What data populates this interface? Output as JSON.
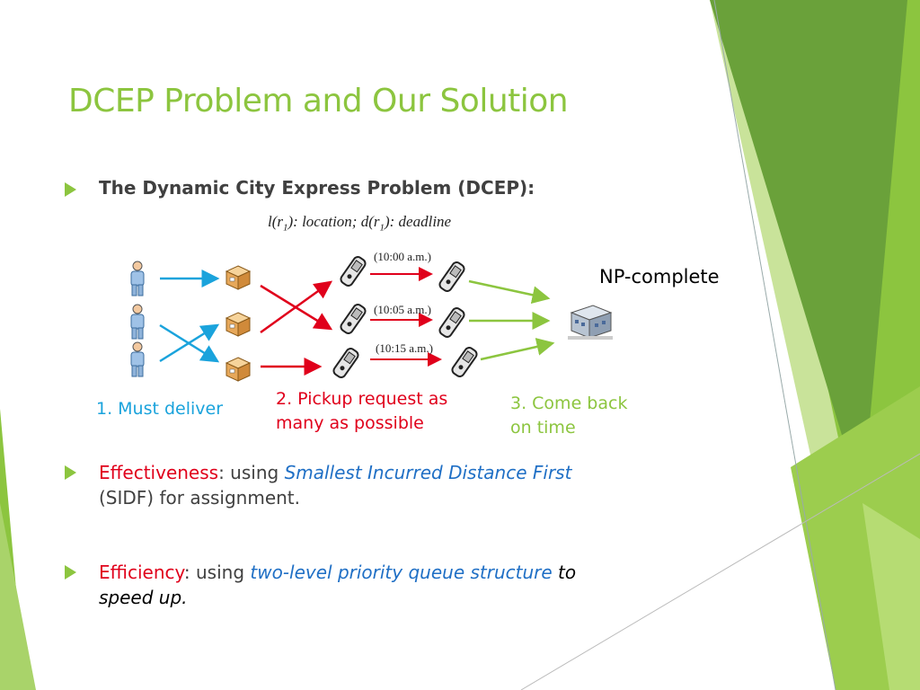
{
  "slide": {
    "title": "DCEP Problem and Our Solution",
    "subtitle": "The Dynamic City Express Problem (DCEP):"
  },
  "formula": {
    "l": "l(r",
    "l_sub": "1",
    "mid": "): location; d(r",
    "d_sub": "1",
    "end": "): deadline"
  },
  "diagram": {
    "times": [
      "(10:00 a.m.)",
      "(10:05 a.m.)",
      "(10:15 a.m.)"
    ],
    "np_label": "NP-complete",
    "step1": "1. Must deliver",
    "step2_line1": "2. Pickup request as",
    "step2_line2": "many as possible",
    "step3_line1": "3. Come back",
    "step3_line2": "on time",
    "icons": {
      "courier": "courier-person-icon",
      "package": "package-box-icon",
      "phone": "mobile-phone-icon",
      "depot": "depot-building-icon"
    },
    "colors": {
      "step1": "#1aa3dc",
      "step2": "#e0001b",
      "step3": "#8cc53f"
    }
  },
  "effectiveness": {
    "label": "Effectiveness",
    "colon_using": ": using ",
    "method": "Smallest Incurred Distance First",
    "rest": "(SIDF) for assignment."
  },
  "efficiency": {
    "label": "Efficiency",
    "colon_using": ": using ",
    "method": "two-level priority queue structure",
    "to": " to",
    "speed": "speed up."
  },
  "theme": {
    "accent": "#8cc53f",
    "dark_green": "#5d9b2e"
  }
}
